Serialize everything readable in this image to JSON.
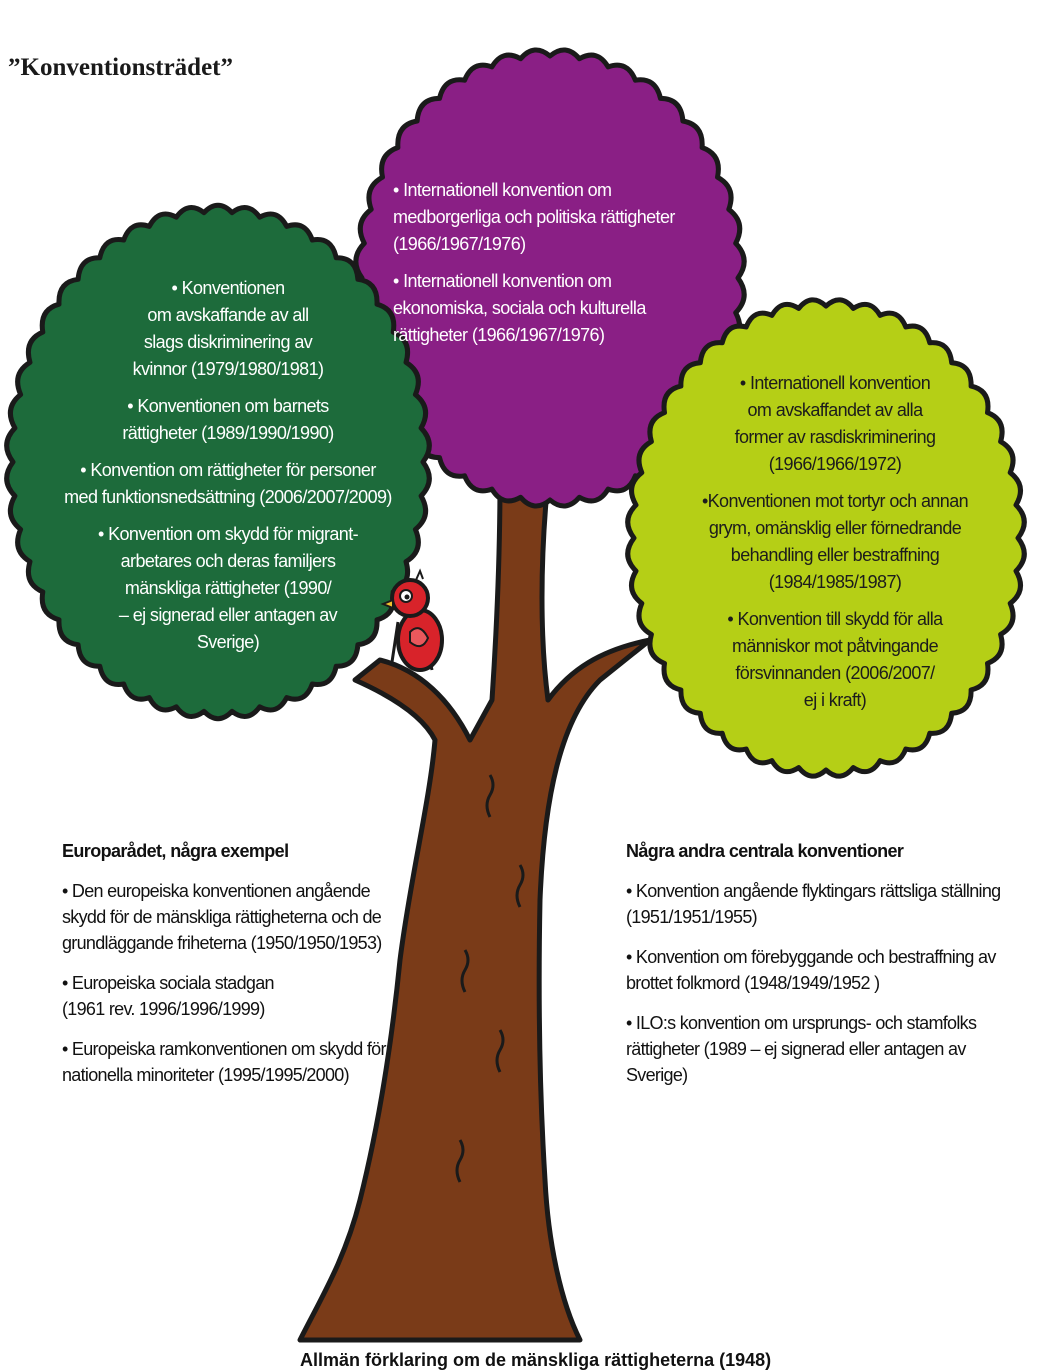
{
  "title": "”Konventionsträdet”",
  "purple_crown": {
    "items": [
      [
        "• Internationell konvention om",
        "medborgerliga och politiska rättigheter",
        "(1966/1967/1976)"
      ],
      [
        "• Internationell konvention om",
        "ekonomiska, sociala och kulturella",
        "rättigheter (1966/1967/1976)"
      ]
    ]
  },
  "green_crown": {
    "items": [
      [
        "• Konventionen",
        "om avskaffande av all",
        "slags diskriminering av",
        "kvinnor (1979/1980/1981)"
      ],
      [
        "• Konventionen om barnets",
        "rättigheter (1989/1990/1990)"
      ],
      [
        "• Konvention om rättigheter för personer",
        "med funktionsnedsättning (2006/2007/2009)"
      ],
      [
        "• Konvention om skydd för migrant-",
        "arbetares och deras familjers",
        "mänskliga rättigheter (1990/",
        "– ej signerad eller antagen av",
        "Sverige)"
      ]
    ]
  },
  "lime_crown": {
    "items": [
      [
        "• Internationell konvention",
        "om avskaffandet av alla",
        "former av rasdiskriminering",
        "(1966/1966/1972)"
      ],
      [
        "•Konventionen mot tortyr och annan",
        "grym, omänsklig eller förnedrande",
        "behandling eller bestraffning",
        "(1984/1985/1987)"
      ],
      [
        "• Konvention till skydd för alla",
        "människor mot påtvingande",
        "försvinnanden (2006/2007/",
        "ej i kraft)"
      ]
    ]
  },
  "europe": {
    "heading": "Europarådet, några exempel",
    "items": [
      [
        "• Den europeiska konventionen angående",
        "skydd för de mänskliga rättigheterna och de",
        "grundläggande friheterna (1950/1950/1953)"
      ],
      [
        "• Europeiska sociala stadgan",
        "(1961 rev. 1996/1996/1999)"
      ],
      [
        "• Europeiska ramkonventionen om skydd för",
        "nationella minoriteter (1995/1995/2000)"
      ]
    ]
  },
  "others": {
    "heading": "Några andra centrala konventioner",
    "items": [
      [
        "• Konvention angående flyktingars rättsliga ställning",
        "(1951/1951/1955)"
      ],
      [
        "• Konvention om förebyggande och bestraffning av",
        "brottet folkmord (1948/1949/1952 )"
      ],
      [
        "• ILO:s konvention om ursprungs- och stamfolks",
        "rättigheter (1989 – ej signerad eller antagen av",
        "Sverige)"
      ]
    ]
  },
  "bottom_text": "Allmän förklaring om de mänskliga rättigheterna (1948)",
  "colors": {
    "purple": "#8a1f85",
    "green": "#1d6b3b",
    "lime": "#b5cf16",
    "trunk": "#7a3b18",
    "bird": "#d8232a"
  }
}
